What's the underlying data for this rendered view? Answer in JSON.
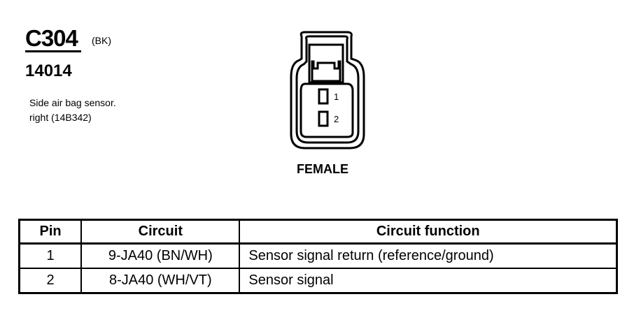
{
  "header": {
    "connector_id": "C304",
    "color_code": "(BK)",
    "part_number": "14014",
    "description_line1": "Side air bag sensor.",
    "description_line2": "right (14B342)"
  },
  "connector": {
    "gender": "FEMALE",
    "pin_labels": [
      "1",
      "2"
    ]
  },
  "table": {
    "headers": [
      "Pin",
      "Circuit",
      "Circuit function"
    ],
    "rows": [
      {
        "pin": "1",
        "circuit": "9-JA40 (BN/WH)",
        "function": "Sensor signal return (reference/ground)"
      },
      {
        "pin": "2",
        "circuit": "8-JA40 (WH/VT)",
        "function": "Sensor signal"
      }
    ]
  }
}
